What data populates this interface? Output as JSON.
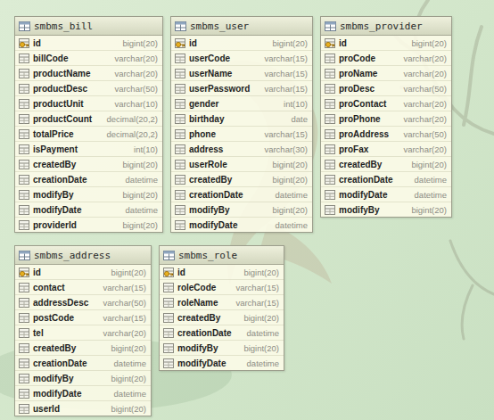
{
  "diagram": {
    "nodes": [
      {
        "text": [
          "smbms_bill",
          "id",
          "bigint(20)",
          "billCode",
          "varchar(20)",
          "productName",
          "varchar(20)",
          "productDesc",
          "varchar(50)",
          "productUnit",
          "varchar(10)",
          "productCount",
          "decimal(20,2)",
          "totalPrice",
          "decimal(20,2)",
          "isPayment",
          "int(10)",
          "createdBy",
          "bigint(20)",
          "creationDate",
          "datetime",
          "modifyBy",
          "bigint(20)",
          "modifyDate",
          "datetime",
          "providerId",
          "bigint(20)"
        ]
      },
      {
        "text": [
          "smbms_user",
          "id",
          "bigint(20)",
          "userCode",
          "varchar(15)",
          "userName",
          "varchar(15)",
          "userPassword",
          "varchar(15)",
          "gender",
          "int(10)",
          "birthday",
          "date",
          "phone",
          "varchar(15)",
          "address",
          "varchar(30)",
          "userRole",
          "bigint(20)",
          "createdBy",
          "bigint(20)",
          "creationDate",
          "datetime",
          "modifyBy",
          "bigint(20)",
          "modifyDate",
          "datetime"
        ]
      },
      {
        "text": [
          "smbms_provider",
          "id",
          "bigint(20)",
          "proCode",
          "varchar(20)",
          "proName",
          "varchar(20)",
          "proDesc",
          "varchar(50)",
          "proContact",
          "varchar(20)",
          "proPhone",
          "varchar(20)",
          "proAddress",
          "varchar(50)",
          "proFax",
          "varchar(20)",
          "createdBy",
          "bigint(20)",
          "creationDate",
          "datetime",
          "modifyDate",
          "datetime",
          "modifyBy",
          "bigint(20)"
        ]
      },
      {
        "text": [
          "smbms_address",
          "id",
          "bigint(20)",
          "contact",
          "varchar(15)",
          "addressDesc",
          "varchar(50)",
          "postCode",
          "varchar(15)",
          "tel",
          "varchar(20)",
          "createdBy",
          "bigint(20)",
          "creationDate",
          "datetime",
          "modifyBy",
          "bigint(20)",
          "modifyDate",
          "datetime",
          "userId",
          "bigint(20)"
        ]
      },
      {
        "text": [
          "smbms_role",
          "id",
          "bigint(20)",
          "roleCode",
          "varchar(15)",
          "roleName",
          "varchar(15)",
          "createdBy",
          "bigint(20)",
          "creationDate",
          "datetime",
          "modifyBy",
          "bigint(20)",
          "modifyDate",
          "datetime"
        ]
      }
    ]
  }
}
